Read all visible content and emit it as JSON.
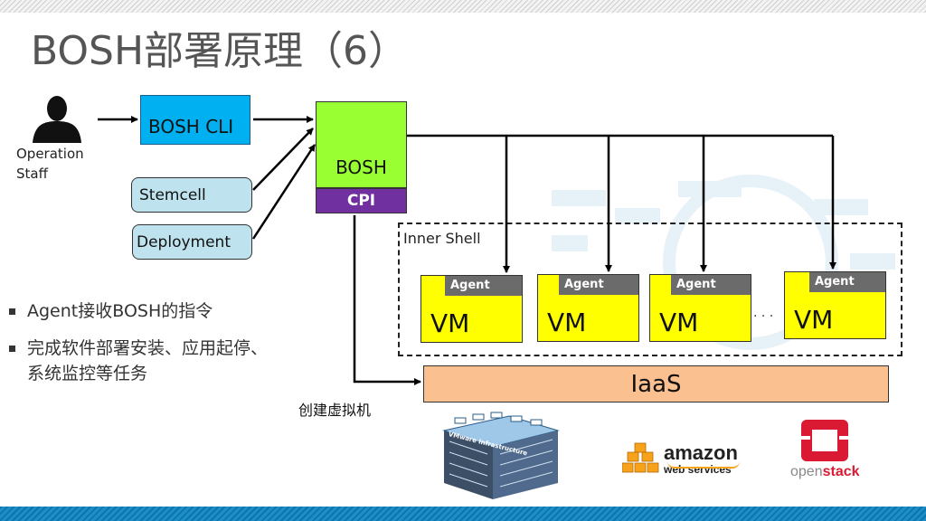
{
  "title": "BOSH部署原理（6）",
  "operator": {
    "label_line1": "Operation",
    "label_line2": "Staff"
  },
  "inputs": {
    "bosh_cli": "BOSH CLI",
    "stemcell": "Stemcell",
    "deployment": "Deployment"
  },
  "director": {
    "label": "BOSH",
    "cpi": "CPI"
  },
  "inner_shell": {
    "label": "Inner Shell"
  },
  "vms": [
    {
      "agent": "Agent",
      "label": "VM"
    },
    {
      "agent": "Agent",
      "label": "VM"
    },
    {
      "agent": "Agent",
      "label": "VM"
    },
    {
      "agent": "Agent",
      "label": "VM"
    }
  ],
  "ellipsis": "· · ·",
  "iaas": {
    "label": "IaaS"
  },
  "create_vm_label": "创建虚拟机",
  "bullets": [
    {
      "line1": "Agent接收BOSH的指令",
      "line2": ""
    },
    {
      "line1": "完成软件部署安装、应用起停、",
      "line2": "系统监控等任务"
    }
  ],
  "logos": {
    "vmware": "VMware Infrastructure",
    "amazon_line1": "amazon",
    "amazon_line2": "web services",
    "openstack_a": "open",
    "openstack_b": "stack"
  },
  "colors": {
    "cli_blue": "#00b0f0",
    "light_blue": "#bfe3ee",
    "bosh_green": "#99ff33",
    "cpi_purple": "#7030a0",
    "vm_yellow": "#ffff00",
    "iaas_orange": "#fac090"
  }
}
